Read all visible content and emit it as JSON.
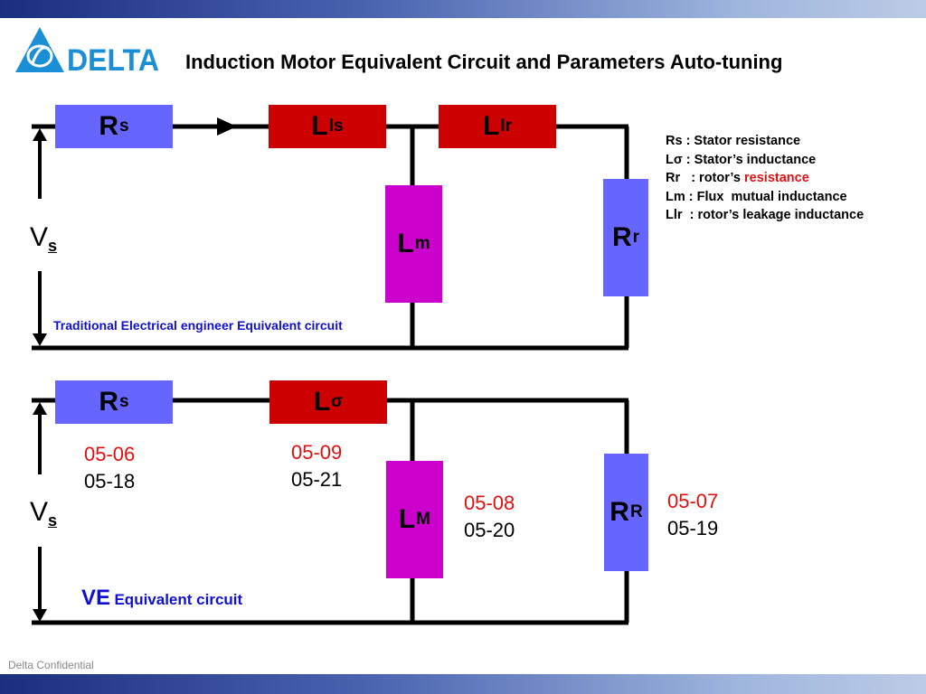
{
  "title": "Induction Motor Equivalent Circuit and Parameters Auto-tuning",
  "brand": {
    "name": "DELTA",
    "color": "#1a8fd6"
  },
  "footer": "Delta Confidential",
  "colors": {
    "resistor": "#6666ff",
    "inductor_series": "#cc0000",
    "inductor_mutual": "#cc00cc",
    "note_text": "#1010d0",
    "param_highlight": "#e01010"
  },
  "circuit_top": {
    "rs": {
      "main": "R",
      "sub": "s"
    },
    "lls": {
      "main": "L",
      "sub": "ls"
    },
    "llr": {
      "main": "L",
      "sub": "lr"
    },
    "lm": {
      "main": "L",
      "sub": "m"
    },
    "rr": {
      "main": "R",
      "sub": "r"
    },
    "vs": {
      "main": "V",
      "sub": "s"
    },
    "caption": "Traditional Electrical engineer Equivalent circuit"
  },
  "circuit_bottom": {
    "rs": {
      "main": "R",
      "sub": "s"
    },
    "lsigma": {
      "main": "L",
      "sub": "σ"
    },
    "lm": {
      "main": "L",
      "sub": "M"
    },
    "rr": {
      "main": "R",
      "sub": "R"
    },
    "vs": {
      "main": "V",
      "sub": "s"
    },
    "caption_big": "VE",
    "caption_small": "Equivalent circuit",
    "params": {
      "rs": {
        "red": "05-06",
        "black": "05-18"
      },
      "lsigma": {
        "red": "05-09",
        "black": "05-21"
      },
      "lm": {
        "red": "05-08",
        "black": "05-20"
      },
      "rr": {
        "red": "05-07",
        "black": "05-19"
      }
    }
  },
  "legend": {
    "line1": "Rs  : Stator resistance",
    "line2": "Lσ : Stator’s inductance",
    "line3_prefix": "Rr   : rotor’s ",
    "line3_highlight": "resistance",
    "line4": "Lm : Flux  mutual inductance",
    "line5": "Llr  : rotor’s leakage inductance"
  }
}
